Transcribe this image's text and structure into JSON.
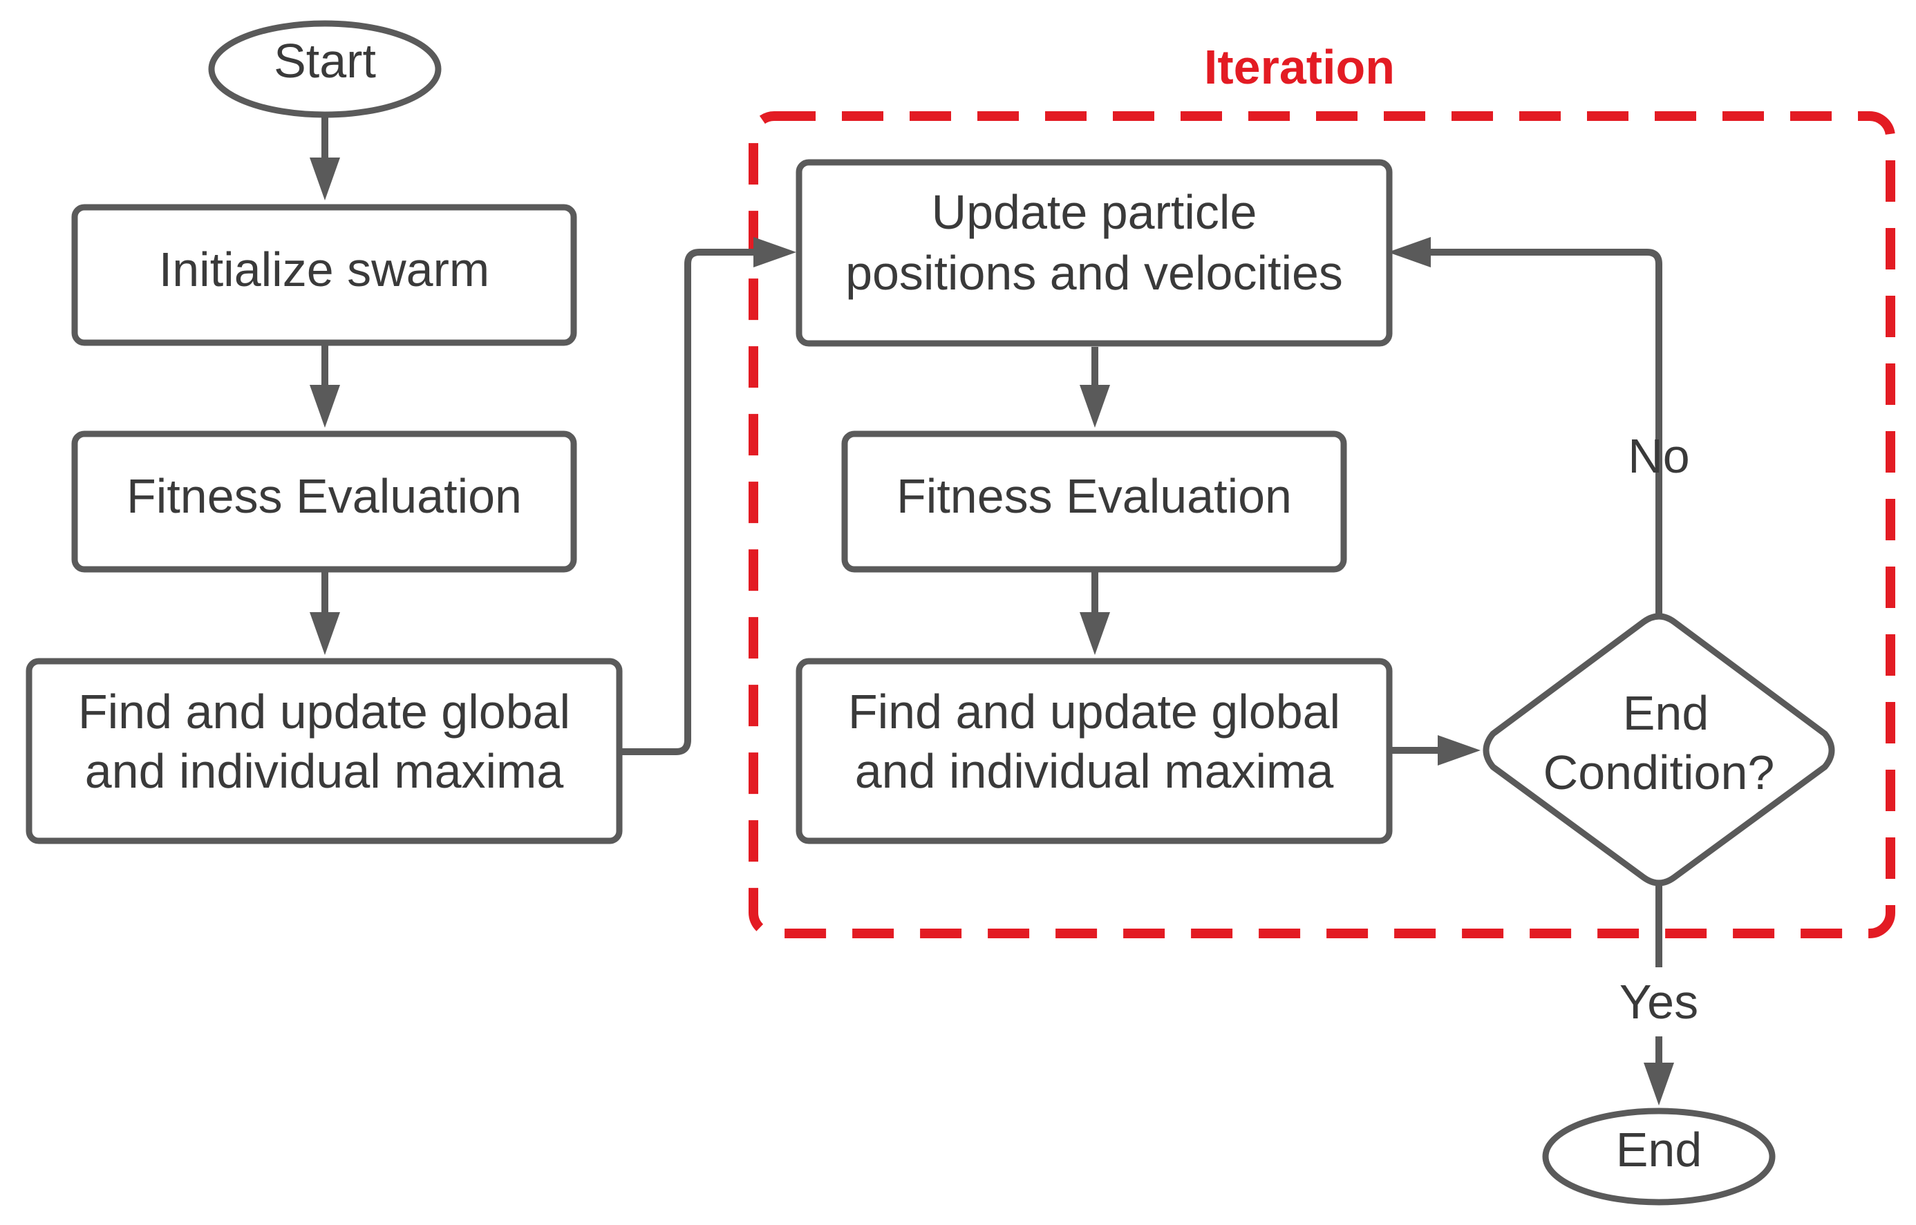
{
  "diagram": {
    "group": {
      "label": "Iteration",
      "color": "#e31b23"
    },
    "nodes": {
      "start": {
        "lines": [
          "Start"
        ]
      },
      "init": {
        "lines": [
          "Initialize swarm"
        ]
      },
      "fitness1": {
        "lines": [
          "Fitness Evaluation"
        ]
      },
      "find1": {
        "lines": [
          "Find and update global",
          "and individual maxima"
        ]
      },
      "update": {
        "lines": [
          "Update particle",
          "positions and velocities"
        ]
      },
      "fitness2": {
        "lines": [
          "Fitness Evaluation"
        ]
      },
      "find2": {
        "lines": [
          "Find and update global",
          "and individual maxima"
        ]
      },
      "decision": {
        "lines": [
          "End",
          "Condition?"
        ]
      },
      "end": {
        "lines": [
          "End"
        ]
      }
    },
    "edge_labels": {
      "no": "No",
      "yes": "Yes"
    },
    "colors": {
      "stroke": "#5a5a5a",
      "text": "#3a3a3a",
      "group": "#e31b23"
    }
  }
}
